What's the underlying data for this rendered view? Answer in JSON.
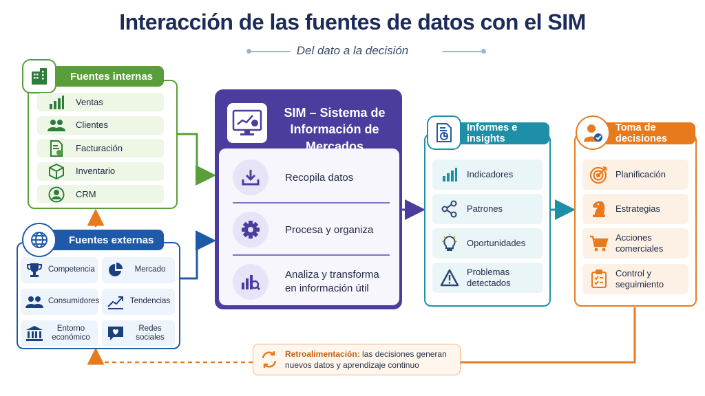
{
  "header": {
    "title": "Interacción de las fuentes de datos con el SIM",
    "subtitle": "Del dato a la decisión"
  },
  "internal": {
    "title": "Fuentes internas",
    "items": [
      {
        "label": "Ventas",
        "icon": "bar-chart-icon"
      },
      {
        "label": "Clientes",
        "icon": "users-icon"
      },
      {
        "label": "Facturación",
        "icon": "invoice-icon"
      },
      {
        "label": "Inventario",
        "icon": "box-icon"
      },
      {
        "label": "CRM",
        "icon": "user-circle-icon"
      }
    ]
  },
  "external": {
    "title": "Fuentes externas",
    "items": [
      {
        "label": "Competencia",
        "icon": "trophy-icon"
      },
      {
        "label": "Mercado",
        "icon": "pie-chart-icon"
      },
      {
        "label": "Consumidores",
        "icon": "users-icon"
      },
      {
        "label": "Tendencias",
        "icon": "trend-icon"
      },
      {
        "label": "Entorno económico",
        "icon": "bank-icon"
      },
      {
        "label": "Redes sociales",
        "icon": "social-icon"
      }
    ]
  },
  "sim": {
    "title_line1": "SIM – Sistema de",
    "title_line2": "Información de Mercados",
    "steps": [
      {
        "label": "Recopila datos",
        "icon": "download-icon"
      },
      {
        "label": "Procesa y organiza",
        "icon": "gear-icon"
      },
      {
        "label": "Analiza y transforma en información útil",
        "icon": "analytics-icon"
      }
    ]
  },
  "reports": {
    "title": "Informes e insights",
    "items": [
      {
        "label": "Indicadores",
        "icon": "bar-chart-icon"
      },
      {
        "label": "Patrones",
        "icon": "share-nodes-icon"
      },
      {
        "label": "Oportunidades",
        "icon": "lightbulb-icon"
      },
      {
        "label": "Problemas detectados",
        "icon": "warning-icon"
      }
    ]
  },
  "decisions": {
    "title": "Toma de decisiones",
    "items": [
      {
        "label": "Planificación",
        "icon": "target-icon"
      },
      {
        "label": "Estrategias",
        "icon": "chess-knight-icon"
      },
      {
        "label": "Acciones comerciales",
        "icon": "cart-icon"
      },
      {
        "label": "Control y seguimiento",
        "icon": "checklist-icon"
      }
    ]
  },
  "feedback": {
    "bold": "Retroalimentación:",
    "text1": " las decisiones generan",
    "text2": "nuevos datos y aprendizaje continuo"
  },
  "colors": {
    "green": "#5a9e3a",
    "blue": "#1f5aa8",
    "purple": "#4b3d9e",
    "teal": "#1f8fa8",
    "orange": "#e87a1e"
  }
}
